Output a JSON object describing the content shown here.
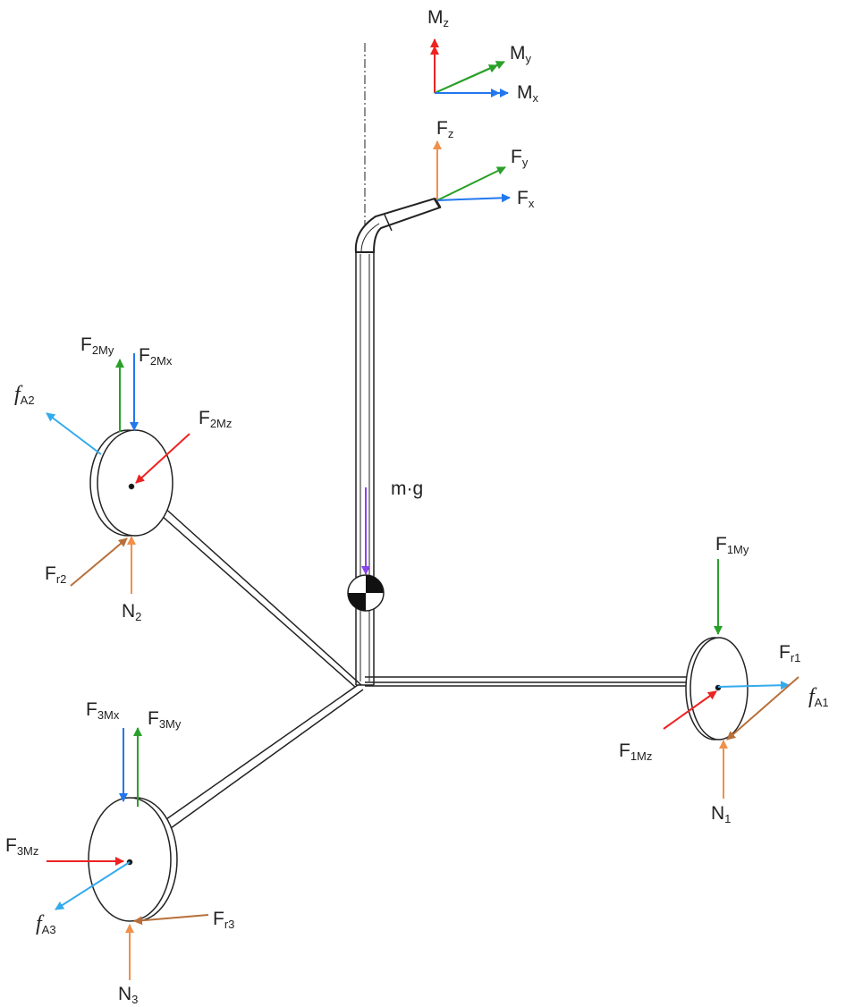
{
  "colors": {
    "red": "#ee2222",
    "green": "#2aa02a",
    "blue": "#2277ee",
    "orange": "#f0904a",
    "cyan": "#33aaee",
    "brown": "#b8703a",
    "purple": "#8844ee",
    "line": "#222222"
  },
  "labels": {
    "moment": {
      "mz": {
        "main": "M",
        "sub": "z"
      },
      "my": {
        "main": "M",
        "sub": "y"
      },
      "mx": {
        "main": "M",
        "sub": "x"
      }
    },
    "force": {
      "fz": {
        "main": "F",
        "sub": "z"
      },
      "fy": {
        "main": "F",
        "sub": "y"
      },
      "fx": {
        "main": "F",
        "sub": "x"
      }
    },
    "mg": "m·g",
    "wheel1": {
      "f1my": {
        "main": "F",
        "sub": "1My"
      },
      "fr1": {
        "main": "F",
        "sub": "r1"
      },
      "fa1": {
        "main": "f",
        "sub": "A1"
      },
      "f1mz": {
        "main": "F",
        "sub": "1Mz"
      },
      "n1": {
        "main": "N",
        "sub": "1"
      }
    },
    "wheel2": {
      "f2my": {
        "main": "F",
        "sub": "2My"
      },
      "f2mx": {
        "main": "F",
        "sub": "2Mx"
      },
      "fa2": {
        "main": "f",
        "sub": "A2"
      },
      "f2mz": {
        "main": "F",
        "sub": "2Mz"
      },
      "fr2": {
        "main": "F",
        "sub": "r2"
      },
      "n2": {
        "main": "N",
        "sub": "2"
      }
    },
    "wheel3": {
      "f3mx": {
        "main": "F",
        "sub": "3Mx"
      },
      "f3my": {
        "main": "F",
        "sub": "3My"
      },
      "f3mz": {
        "main": "F",
        "sub": "3Mz"
      },
      "fa3": {
        "main": "f",
        "sub": "A3"
      },
      "fr3": {
        "main": "F",
        "sub": "r3"
      },
      "n3": {
        "main": "N",
        "sub": "3"
      }
    }
  }
}
